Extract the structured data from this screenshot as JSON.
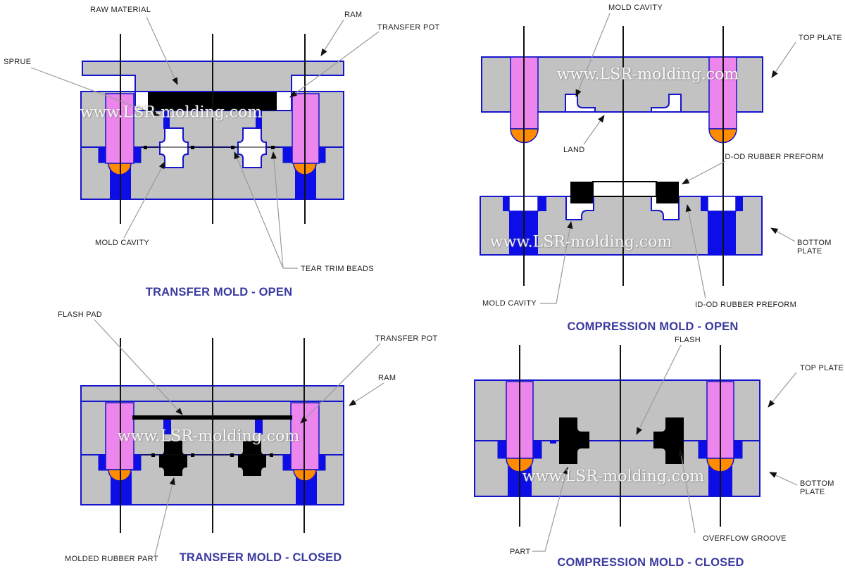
{
  "watermark": "www.LSR-molding.com",
  "colors": {
    "plate_gray": "#c2c2c2",
    "outline_blue": "#1414cc",
    "fill_blue": "#0d0de8",
    "pink": "#ec86ec",
    "orange": "#ff8c00",
    "title_color": "#3a3a9f",
    "label_color": "#1d1d1d"
  },
  "panels": {
    "transfer_open": {
      "title": "TRANSFER MOLD - OPEN",
      "labels": {
        "raw_material": "RAW MATERIAL",
        "ram": "RAM",
        "transfer_pot": "TRANSFER POT",
        "sprue": "SPRUE",
        "mold_cavity": "MOLD CAVITY",
        "tear_trim_beads": "TEAR TRIM BEADS"
      }
    },
    "transfer_closed": {
      "title": "TRANSFER MOLD - CLOSED",
      "labels": {
        "flash_pad": "FLASH PAD",
        "transfer_pot": "TRANSFER POT",
        "ram": "RAM",
        "molded_rubber_part": "MOLDED RUBBER PART"
      }
    },
    "compression_open": {
      "title": "COMPRESSION MOLD - OPEN",
      "labels": {
        "mold_cavity_top": "MOLD CAVITY",
        "top_plate": "TOP PLATE",
        "land": "LAND",
        "preform_top": "ID-OD RUBBER PREFORM",
        "mold_cavity_bottom": "MOLD CAVITY",
        "preform_bottom": "ID-OD RUBBER PREFORM",
        "bottom_plate": "BOTTOM PLATE"
      }
    },
    "compression_closed": {
      "title": "COMPRESSION MOLD - CLOSED",
      "labels": {
        "flash": "FLASH",
        "top_plate": "TOP PLATE",
        "bottom_plate": "BOTTOM PLATE",
        "part": "PART",
        "overflow_groove": "OVERFLOW GROOVE"
      }
    }
  }
}
